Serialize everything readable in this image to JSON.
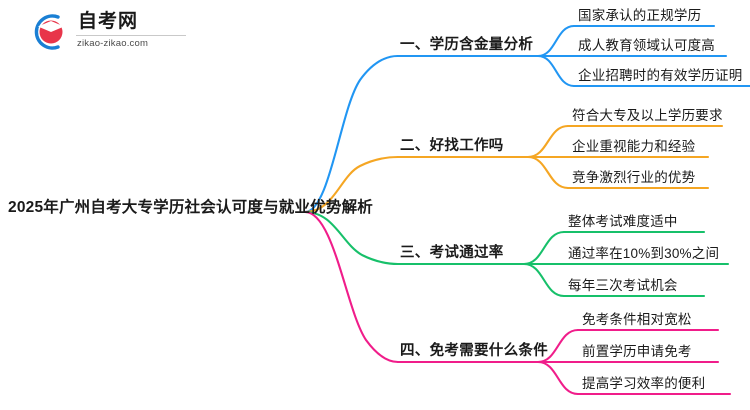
{
  "logo": {
    "title": "自考网",
    "subtitle": "zikao-zikao.com",
    "mark_icon": "graduation-cap-icon",
    "ring_color": "#1a7fd4",
    "cap_color": "#e8354a"
  },
  "mindmap": {
    "root": {
      "label": "2025年广州自考大专学历社会认可度与就业优势解析"
    },
    "branches": [
      {
        "label": "一、学历含金量分析",
        "color": "#2196f3",
        "children": [
          {
            "label": "国家承认的正规学历"
          },
          {
            "label": "成人教育领域认可度高"
          },
          {
            "label": "企业招聘时的有效学历证明"
          }
        ]
      },
      {
        "label": "二、好找工作吗",
        "color": "#f5a623",
        "children": [
          {
            "label": "符合大专及以上学历要求"
          },
          {
            "label": "企业重视能力和经验"
          },
          {
            "label": "竞争激烈行业的优势"
          }
        ]
      },
      {
        "label": "三、考试通过率",
        "color": "#17c06a",
        "children": [
          {
            "label": "整体考试难度适中"
          },
          {
            "label": "通过率在10%到30%之间"
          },
          {
            "label": "每年三次考试机会"
          }
        ]
      },
      {
        "label": "四、免考需要什么条件",
        "color": "#f01d8a",
        "children": [
          {
            "label": "免考条件相对宽松"
          },
          {
            "label": "前置学历申请免考"
          },
          {
            "label": "提高学习效率的便利"
          }
        ]
      }
    ]
  }
}
